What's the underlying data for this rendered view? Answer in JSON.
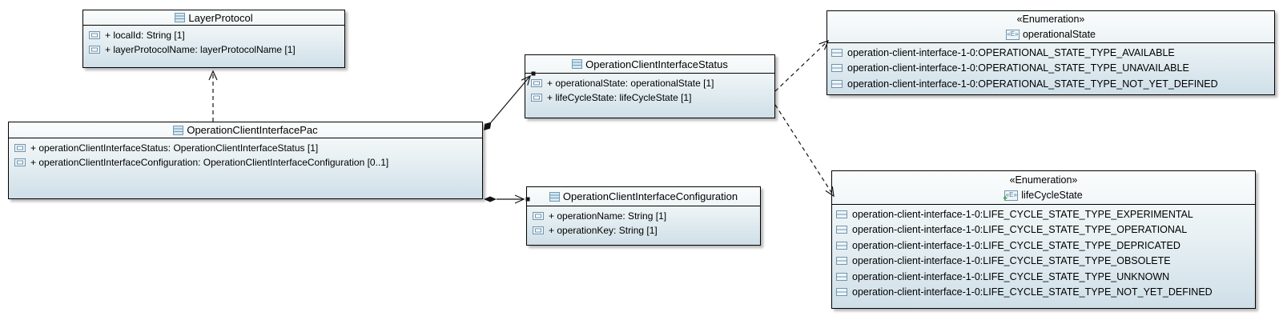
{
  "diagram": {
    "classes": [
      {
        "name": "LayerProtocol",
        "attributes": [
          "+ localId: String [1]",
          "+ layerProtocolName: layerProtocolName [1]"
        ]
      },
      {
        "name": "OperationClientInterfacePac",
        "attributes": [
          "+ operationClientInterfaceStatus: OperationClientInterfaceStatus [1]",
          "+ operationClientInterfaceConfiguration: OperationClientInterfaceConfiguration [0..1]"
        ]
      },
      {
        "name": "OperationClientInterfaceStatus",
        "attributes": [
          "+ operationalState: operationalState [1]",
          "+ lifeCycleState: lifeCycleState [1]"
        ]
      },
      {
        "name": "OperationClientInterfaceConfiguration",
        "attributes": [
          "+ operationName: String [1]",
          "+ operationKey: String [1]"
        ]
      }
    ],
    "enumerations": [
      {
        "stereotype": "«Enumeration»",
        "name": "operationalState",
        "literals": [
          "operation-client-interface-1-0:OPERATIONAL_STATE_TYPE_AVAILABLE",
          "operation-client-interface-1-0:OPERATIONAL_STATE_TYPE_UNAVAILABLE",
          "operation-client-interface-1-0:OPERATIONAL_STATE_TYPE_NOT_YET_DEFINED"
        ]
      },
      {
        "stereotype": "«Enumeration»",
        "name": "lifeCycleState",
        "literals": [
          "operation-client-interface-1-0:LIFE_CYCLE_STATE_TYPE_EXPERIMENTAL",
          "operation-client-interface-1-0:LIFE_CYCLE_STATE_TYPE_OPERATIONAL",
          "operation-client-interface-1-0:LIFE_CYCLE_STATE_TYPE_DEPRICATED",
          "operation-client-interface-1-0:LIFE_CYCLE_STATE_TYPE_OBSOLETE",
          "operation-client-interface-1-0:LIFE_CYCLE_STATE_TYPE_UNKNOWN",
          "operation-client-interface-1-0:LIFE_CYCLE_STATE_TYPE_NOT_YET_DEFINED"
        ]
      }
    ],
    "icons": {
      "class_icon": "class-icon",
      "property_icon": "property-icon",
      "enum_icon": "enumeration-icon",
      "enum_literal_icon": "enumeration-literal-icon",
      "enum_icon_label": "«E»",
      "plus_glyph": "+"
    },
    "colors": {
      "box_gradient_top": "#fbfdfd",
      "box_gradient_bottom": "#cfdfe8",
      "border": "#000000",
      "connector": "#141414",
      "icon_stroke": "#7295ac",
      "icon_fill": "#eef5fa",
      "plus_green": "#2f9e2f"
    }
  }
}
